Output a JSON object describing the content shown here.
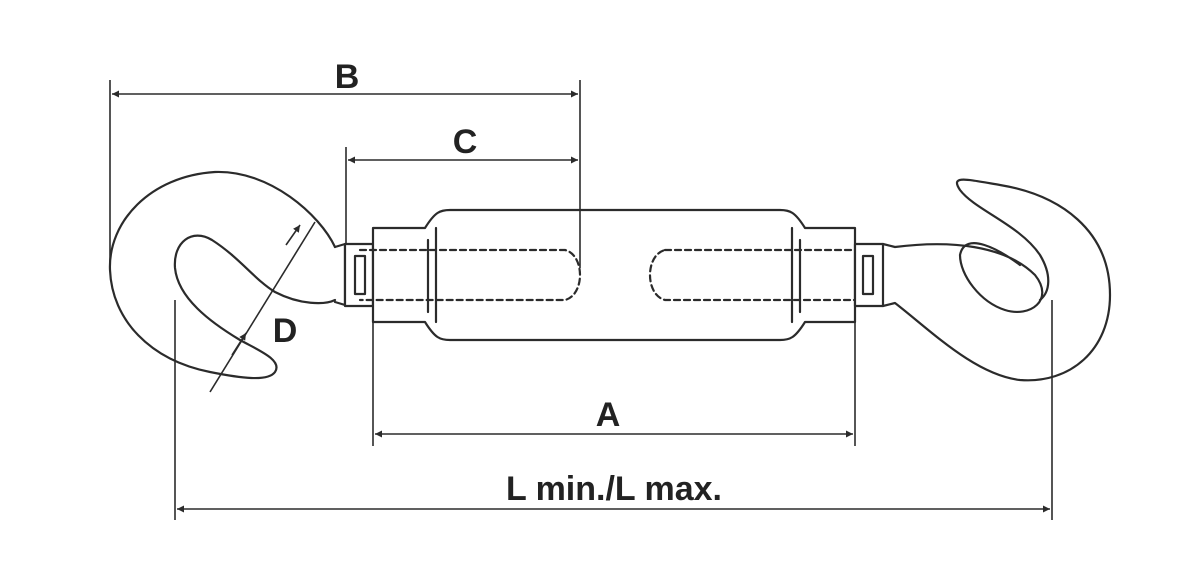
{
  "labels": {
    "b": "B",
    "c": "C",
    "d": "D",
    "a": "A",
    "l": "L min./L max."
  },
  "colors": {
    "line": "#2b2b2b",
    "body_fill": "#ffffff"
  }
}
